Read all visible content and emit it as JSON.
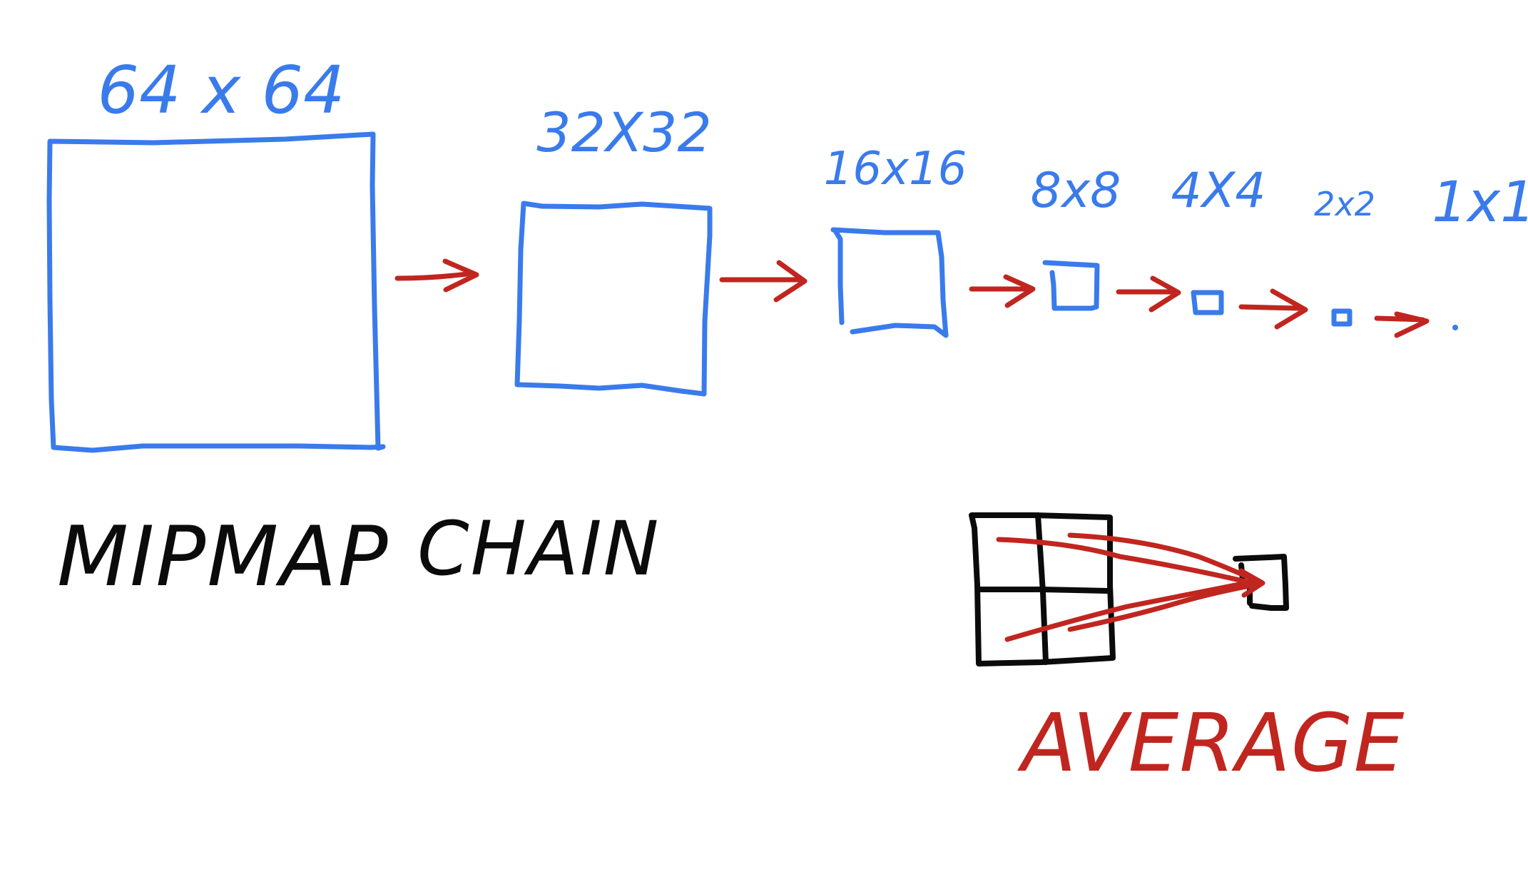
{
  "colors": {
    "blue": "#3a7bec",
    "red": "#c0261f",
    "black": "#0b0b0b",
    "background": "#ffffff"
  },
  "mip_levels": [
    {
      "label": "64 x 64",
      "size": 64
    },
    {
      "label": "32X32",
      "size": 32
    },
    {
      "label": "16x16",
      "size": 16
    },
    {
      "label": "8x8",
      "size": 8
    },
    {
      "label": "4X4",
      "size": 4
    },
    {
      "label": "2x2",
      "size": 2
    },
    {
      "label": "1x1",
      "size": 1
    }
  ],
  "caption_left": "MIPMAP",
  "caption_right": "CHAIN",
  "average_label": "AVERAGE",
  "average_grid": {
    "rows": 2,
    "cols": 2
  }
}
